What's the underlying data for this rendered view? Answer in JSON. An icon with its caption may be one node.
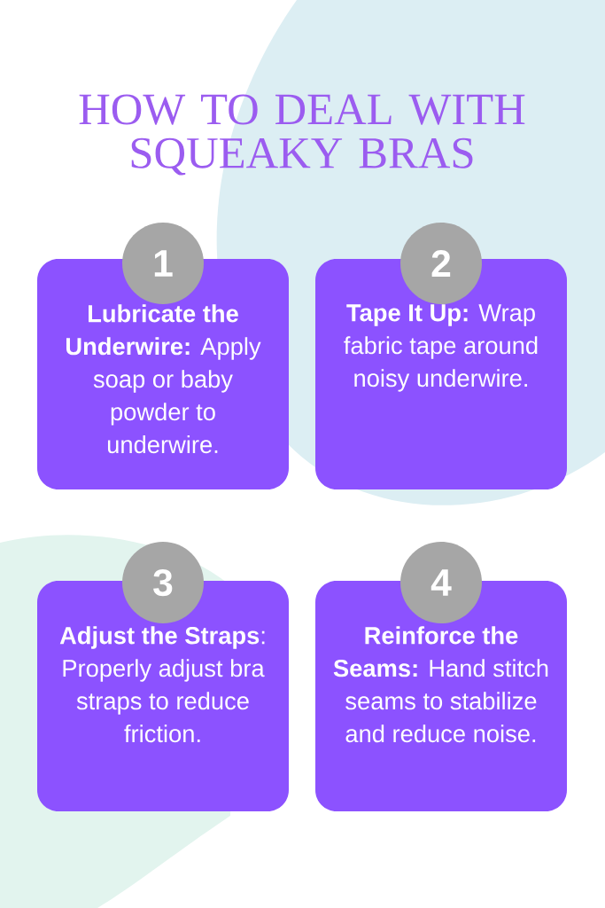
{
  "diagram": {
    "title": "HOW TO DEAL WITH SQUEAKY BRAS",
    "nodes": [
      {
        "text": [
          "1"
        ]
      },
      {
        "text": [
          "**Lubricate the Underwire:** Apply soap or baby powder to underwire."
        ]
      },
      {
        "text": [
          "2"
        ]
      },
      {
        "text": [
          "**Tape It Up:** Wrap fabric tape around noisy underwire."
        ]
      },
      {
        "text": [
          "3"
        ]
      },
      {
        "text": [
          "**Adjust the Straps**: Properly adjust bra straps to reduce friction."
        ]
      },
      {
        "text": [
          "4"
        ]
      },
      {
        "text": [
          "**Reinforce the Seams:** Hand stitch seams to stabilize and reduce noise."
        ]
      }
    ]
  }
}
